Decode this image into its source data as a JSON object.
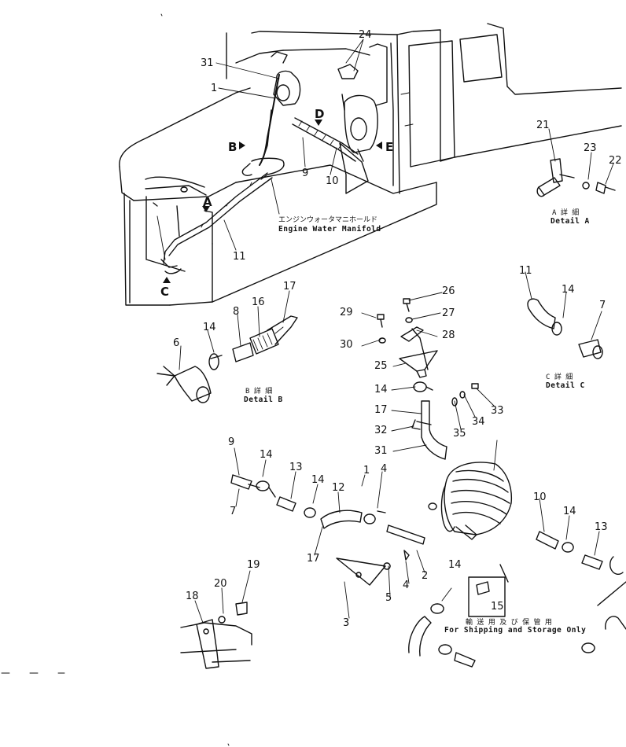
{
  "view_labels": {
    "a": "A",
    "b": "B",
    "c": "C",
    "d": "D",
    "e": "E"
  },
  "manifold_caption": {
    "jp": "エンジンウォータマニホールド",
    "en": "Engine Water Manifold"
  },
  "details": {
    "a": {
      "jp": "A 詳 細",
      "en": "Detail A"
    },
    "b": {
      "jp": "B 詳 細",
      "en": "Detail B"
    },
    "c": {
      "jp": "C 詳 細",
      "en": "Detail C"
    }
  },
  "shipping_note": {
    "jp": "輸 送 用 及 び 保 管 用",
    "en": "For Shipping and Storage Only"
  },
  "callouts": {
    "c24": "24",
    "c31a": "31",
    "c1a": "1",
    "c9a": "9",
    "c10a": "10",
    "c11a": "11",
    "c21": "21",
    "c23": "23",
    "c22": "22",
    "c26": "26",
    "c29": "29",
    "c27": "27",
    "c30": "30",
    "c28": "28",
    "c25": "25",
    "c14e": "14",
    "c17b": "17",
    "c32": "32",
    "c31b": "31",
    "c33": "33",
    "c34": "34",
    "c35": "35",
    "c17a": "17",
    "c16": "16",
    "c8": "8",
    "c14a": "14",
    "c6": "6",
    "c11b": "11",
    "c14b": "14",
    "c7a": "7",
    "c9b": "9",
    "c7b": "7",
    "c14c": "14",
    "c13a": "13",
    "c14d": "14",
    "c12": "12",
    "c17c": "17",
    "c1b": "1",
    "c4a": "4",
    "c4b": "4",
    "c5": "5",
    "c2": "2",
    "c3": "3",
    "c10b": "10",
    "c14f": "14",
    "c13b": "13",
    "c19": "19",
    "c20": "20",
    "c18": "18",
    "c14g": "14",
    "c15": "15"
  }
}
